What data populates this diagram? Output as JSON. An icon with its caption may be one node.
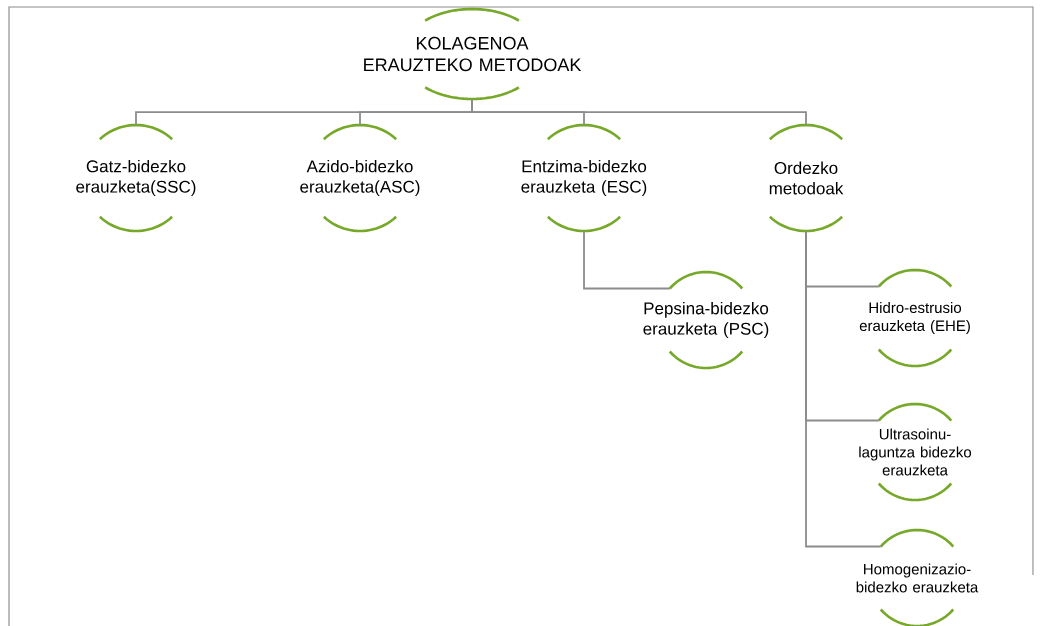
{
  "diagram": {
    "nodes": [
      {
        "text": [
          "KOLAGENOA ERAUZTEKO METODOAK"
        ]
      },
      {
        "text": [
          "Gatz-bidezko erauzketa(SSC)"
        ]
      },
      {
        "text": [
          "Azido-bidezko erauzketa(ASC)"
        ]
      },
      {
        "text": [
          "Entzima-bidezko erauzketa (ESC)"
        ]
      },
      {
        "text": [
          "Ordezko metodoak"
        ]
      },
      {
        "text": [
          "Pepsina-bidezko erauzketa (PSC)"
        ]
      },
      {
        "text": [
          "Hidro-estrusio erauzketa (EHE)"
        ]
      },
      {
        "text": [
          "Ultrasoinu- laguntza bidezko erauzketa"
        ]
      },
      {
        "text": [
          "Homogenizazio- bidezko erauzketa"
        ]
      }
    ],
    "edges": [
      {
        "from": 0,
        "to": 1,
        "arrow": "none"
      },
      {
        "from": 0,
        "to": 2,
        "arrow": "none"
      },
      {
        "from": 0,
        "to": 3,
        "arrow": "none"
      },
      {
        "from": 0,
        "to": 4,
        "arrow": "none"
      },
      {
        "from": 3,
        "to": 5,
        "arrow": "none"
      },
      {
        "from": 4,
        "to": 6,
        "arrow": "none"
      },
      {
        "from": 4,
        "to": 7,
        "arrow": "none"
      },
      {
        "from": 4,
        "to": 8,
        "arrow": "none"
      }
    ]
  }
}
